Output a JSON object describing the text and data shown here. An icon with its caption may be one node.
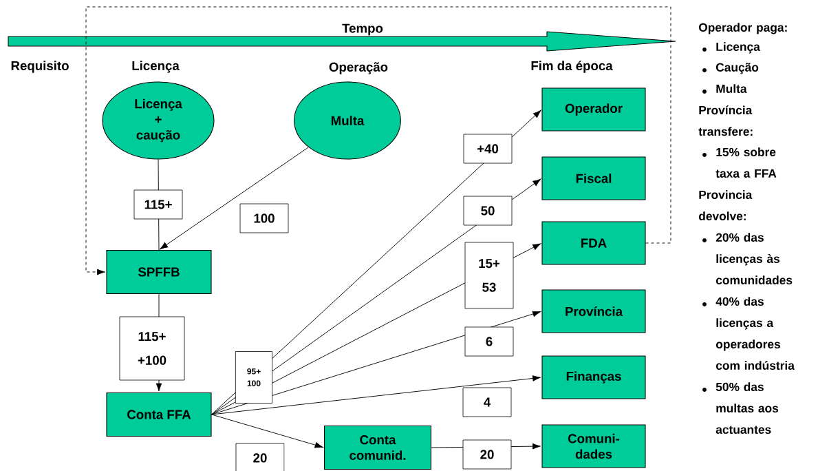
{
  "diagram": {
    "nodes": [
      {
        "text": [
          "Licença + caução"
        ]
      },
      {
        "text": [
          "Multa"
        ]
      },
      {
        "text": [
          "SPFFB"
        ]
      },
      {
        "text": [
          "Conta FFA"
        ]
      },
      {
        "text": [
          "Conta comunid."
        ]
      },
      {
        "text": [
          "Operador"
        ]
      },
      {
        "text": [
          "Fiscal"
        ]
      },
      {
        "text": [
          "FDA"
        ]
      },
      {
        "text": [
          "Província"
        ]
      },
      {
        "text": [
          "Finanças"
        ]
      },
      {
        "text": [
          "Comuni- dades"
        ]
      }
    ],
    "edges": [
      {
        "from": 0,
        "to": 2,
        "arrow": "none",
        "label": "115+"
      },
      {
        "from": 1,
        "to": 2,
        "arrow": "to",
        "label": "100"
      },
      {
        "from": 2,
        "to": 3,
        "arrow": "to",
        "label": "115+ +100"
      },
      {
        "from": 3,
        "to": 5,
        "arrow": "to",
        "label": "+40"
      },
      {
        "from": 3,
        "to": 6,
        "arrow": "to",
        "label": "50"
      },
      {
        "from": 3,
        "to": 7,
        "arrow": "to",
        "label": "15+ 53"
      },
      {
        "from": 3,
        "to": 8,
        "arrow": "to",
        "label": "6"
      },
      {
        "from": 3,
        "to": 9,
        "arrow": "to",
        "label": "4"
      },
      {
        "from": 3,
        "to": 4,
        "arrow": "to",
        "label": "20"
      },
      {
        "from": 4,
        "to": 10,
        "arrow": "to",
        "label": "20"
      },
      {
        "from": 7,
        "to": 2,
        "arrow": "to",
        "style": "dashed"
      }
    ],
    "labels": [
      "Tempo",
      "Requisito",
      "Licença",
      "Operação",
      "Fim da época",
      "95+ 100",
      "Operador paga:",
      "Licença",
      "Caução",
      "Multa",
      "Província transfere:",
      "15% sobre taxa a FFA",
      "Provincia devolve:",
      "20% das licenças às comunidades",
      "40% das licenças a operadores com indústria",
      "50% das multas aos actuantes"
    ]
  }
}
